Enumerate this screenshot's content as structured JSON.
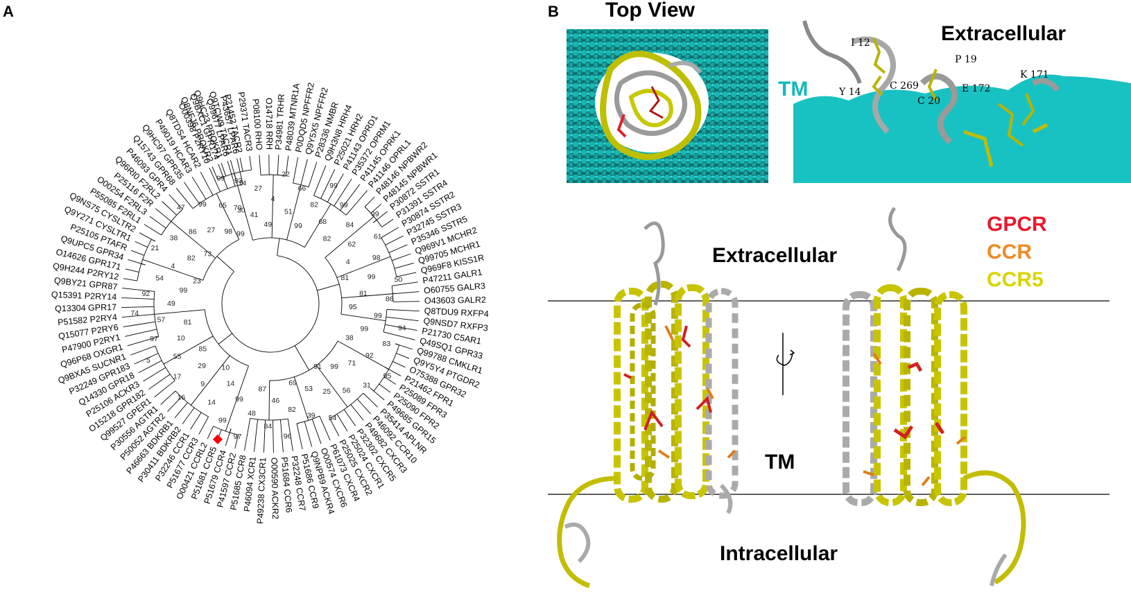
{
  "panel_a": {
    "letter": "A",
    "leaves": [
      "Q8NFJ6 PROKR2",
      "Q9HC23 PROKR1",
      "Q9TCW9 TACR1",
      "P21452 TACR2",
      "P29371 TACR3",
      "P08100 RHO",
      "O14718 RRH",
      "P34981 TRHR",
      "P48039 MTNR1A",
      "P0DQD5 NPFFR2",
      "Q9Y5X5 NPFFR2",
      "P28336 NMBR",
      "Q9H3N8 HRH4",
      "P25021 HRH2",
      "P41143 OPRD1",
      "P35372 OPRM1",
      "P41145 OPRK1",
      "P41146 OPRL1",
      "P48146 NPBWR2",
      "P48145 NPBWR1",
      "P30872 SSTR1",
      "P31391 SSTR4",
      "P30874 SSTR2",
      "P32745 SSTR3",
      "P35346 SSTR5",
      "Q969V1 MCHR2",
      "Q99705 MCHR1",
      "Q969F8 KISS1R",
      "P47211 GALR1",
      "O60755 GALR3",
      "O43603 GALR2",
      "Q8TDU9 RXFP4",
      "Q9NSD7 RXFP3",
      "P21730 C5AR1",
      "Q49SQ1 GPR33",
      "Q99788 CMKLR1",
      "Q9Y5Y4 PTGDR2",
      "O75388 GPR32",
      "P21462 FPR1",
      "P25089 FPR3",
      "P25090 FPR2",
      "P49685 GPR15",
      "P35414 APLNR",
      "P46092 CCR10",
      "P49682 CXCR3",
      "P32302 CXCR5",
      "P25024 CXCR1",
      "P25025 CXCR2",
      "P61073 CXCR4",
      "O00574 CXCR6",
      "Q9NPB9 ACKR4",
      "P51686 CCR9",
      "P32248 CCR7",
      "P51684 CCR6",
      "O00590 ACKR2",
      "P49238 CX3CR1",
      "P46094 XCR1",
      "P51685 CCR8",
      "P41597 CCR2",
      "P51679 CCR4",
      "P51681 CCR5",
      "O00421 CCRL2",
      "P51677 CCR3",
      "P32246 CCR1",
      "P30411 BDKRB2",
      "P46663 BDKRB1",
      "P50052 AGTR2",
      "P30556 AGTR1",
      "Q99527 GPER1",
      "O15218 GPR182",
      "P25106 ACKR3",
      "Q14330 GPR18",
      "P32249 GPR183",
      "Q9BXA5 SUCNR1",
      "Q96P68 OXGR1",
      "P47900 P2RY1",
      "Q15077 P2RY6",
      "P51582 P2RY4",
      "Q13304 GPR17",
      "Q15391 P2RY14",
      "Q9BY21 GPR87",
      "Q9H244 P2RY12",
      "O14626 GPR171",
      "Q9UPC5 GPR34",
      "P25105 PTAFR",
      "Q9Y271 CYSLTR1",
      "Q9NS75 CYSLTR2",
      "P55085 F2RL1",
      "O00254 F2RL3",
      "P25116 F2R",
      "Q96RI0 F2RL2",
      "P46093 GPR4",
      "Q15743 GPR68",
      "Q9HC97 GPR35",
      "P49019 HCAR3",
      "Q8TDS4 HCAR2",
      "O00398 P2RY10",
      "Q9BXC1 GPR174",
      "Q99677 LPAR6",
      "P43657 LPAR6"
    ],
    "bootstrap": [
      "99",
      "70",
      "93",
      "41",
      "27",
      "49",
      "4",
      "22",
      "51",
      "66",
      "99",
      "82",
      "99",
      "68",
      "99",
      "82",
      "84",
      "99",
      "62",
      "61",
      "4",
      "98",
      "81",
      "99",
      "50",
      "81",
      "86",
      "95",
      "99",
      "94",
      "99",
      "83",
      "38",
      "92",
      "95",
      "71",
      "31",
      "99",
      "56",
      "91",
      "25",
      "54",
      "53",
      "39",
      "69",
      "82",
      "96",
      "46",
      "84",
      "87",
      "48",
      "97",
      "99",
      "99",
      "14",
      "14",
      "10",
      "9",
      "16",
      "29",
      "17",
      "85",
      "55",
      "5",
      "10",
      "97",
      "81",
      "57",
      "74",
      "49",
      "92",
      "99",
      "54",
      "23",
      "4",
      "21",
      "82",
      "38",
      "73",
      "86",
      "47",
      "27",
      "99",
      "98",
      "65",
      "99",
      "30",
      "14"
    ]
  },
  "panel_b": {
    "letter": "B",
    "top_view_title": "Top View",
    "extracellular_inset_title": "Extracellular",
    "tm_inset_label": "TM",
    "residue_labels": [
      "I 12",
      "Y 14",
      "C 269",
      "C 20",
      "P 19",
      "E 172",
      "K 171"
    ],
    "legend": [
      {
        "label": "GPCR",
        "color": "#e8192c"
      },
      {
        "label": "CCR",
        "color": "#f08a24"
      },
      {
        "label": "CCR5",
        "color": "#d9d400"
      }
    ],
    "region_extracellular": "Extracellular",
    "region_tm": "TM",
    "region_intracellular": "Intracellular"
  }
}
